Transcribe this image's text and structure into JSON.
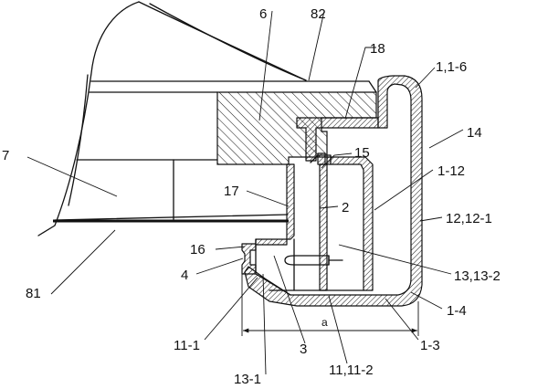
{
  "labels": {
    "l6": "6",
    "l82": "82",
    "l18": "18",
    "l1_6": "1,1-6",
    "l14": "14",
    "l15": "15",
    "l7": "7",
    "l17": "17",
    "l2": "2",
    "l1_12": "1-12",
    "l12_12_1": "12,12-1",
    "l16": "16",
    "l4": "4",
    "l13_13_2": "13,13-2",
    "l81": "81",
    "l1_4": "1-4",
    "la": "a",
    "l11_1": "11-1",
    "l3": "3",
    "l1_3": "1-3",
    "l13_1": "13-1",
    "l11_11_2": "11,11-2"
  }
}
